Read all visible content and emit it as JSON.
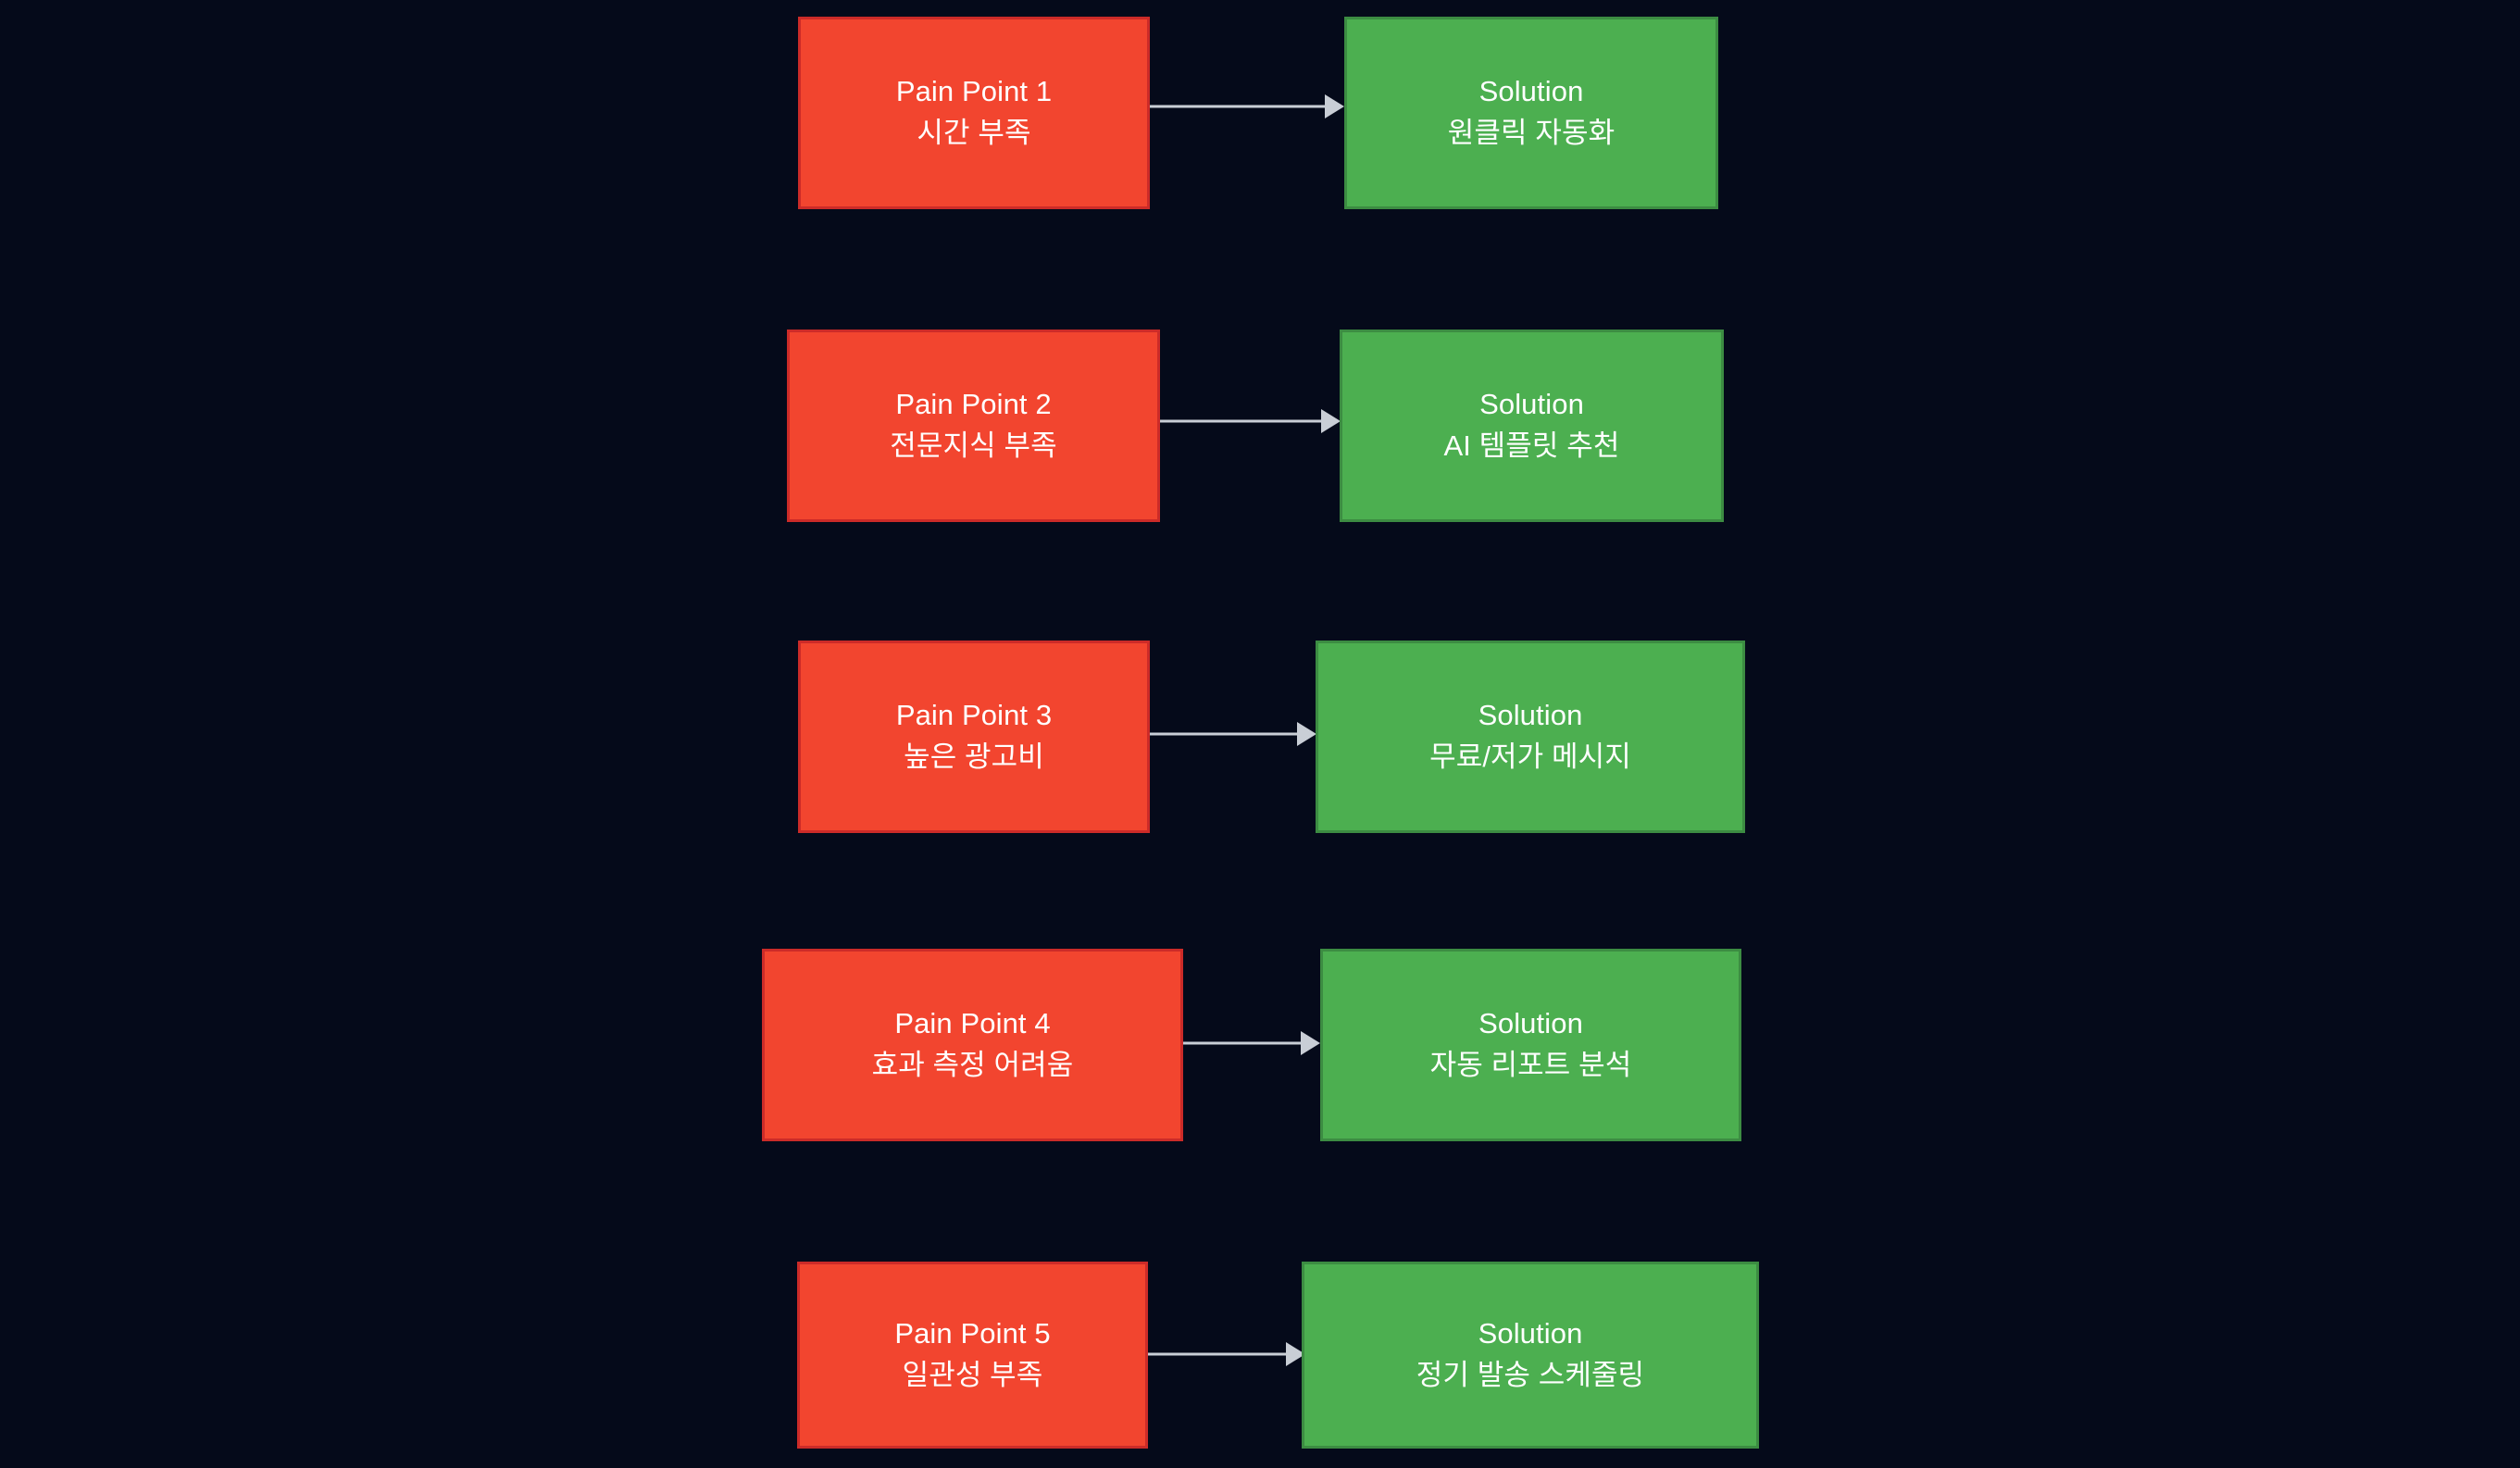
{
  "diagram": {
    "type": "flowchart",
    "orientation": "left-to-right-pairs",
    "background_color": "#050a1a",
    "pain_color": "#f2452f",
    "pain_border_color": "#cc2b28",
    "solution_color": "#4caf50",
    "solution_border_color": "#3c8c42",
    "arrow_color": "#c9ced6",
    "text_color": "#ffffff",
    "rows": [
      {
        "pain": {
          "line1": "Pain Point 1",
          "line2": "시간 부족"
        },
        "solution": {
          "line1": "Solution",
          "line2": "원클릭 자동화"
        }
      },
      {
        "pain": {
          "line1": "Pain Point 2",
          "line2": "전문지식 부족"
        },
        "solution": {
          "line1": "Solution",
          "line2": "AI 템플릿 추천"
        }
      },
      {
        "pain": {
          "line1": "Pain Point 3",
          "line2": "높은 광고비"
        },
        "solution": {
          "line1": "Solution",
          "line2": "무료/저가 메시지"
        }
      },
      {
        "pain": {
          "line1": "Pain Point 4",
          "line2": "효과 측정 어려움"
        },
        "solution": {
          "line1": "Solution",
          "line2": "자동 리포트 분석"
        }
      },
      {
        "pain": {
          "line1": "Pain Point 5",
          "line2": "일관성 부족"
        },
        "solution": {
          "line1": "Solution",
          "line2": "정기 발송 스케줄링"
        }
      }
    ]
  }
}
